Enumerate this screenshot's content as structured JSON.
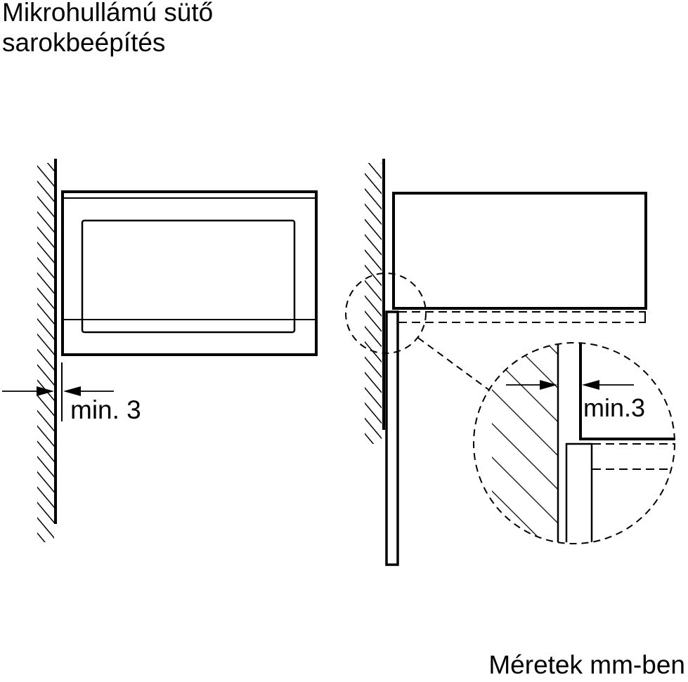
{
  "title": {
    "line1": "Mikrohullámú sütő",
    "line2": "sarokbeépítés"
  },
  "left_view": {
    "label": "min. 3",
    "description": "front view: microwave next to side wall"
  },
  "right_view": {
    "detail_label": "min.3",
    "description": "top view: microwave in corner with door, detail circle"
  },
  "footer": {
    "units_note": "Méretek mm-ben"
  },
  "colors": {
    "line": "#000000",
    "background": "#ffffff"
  }
}
